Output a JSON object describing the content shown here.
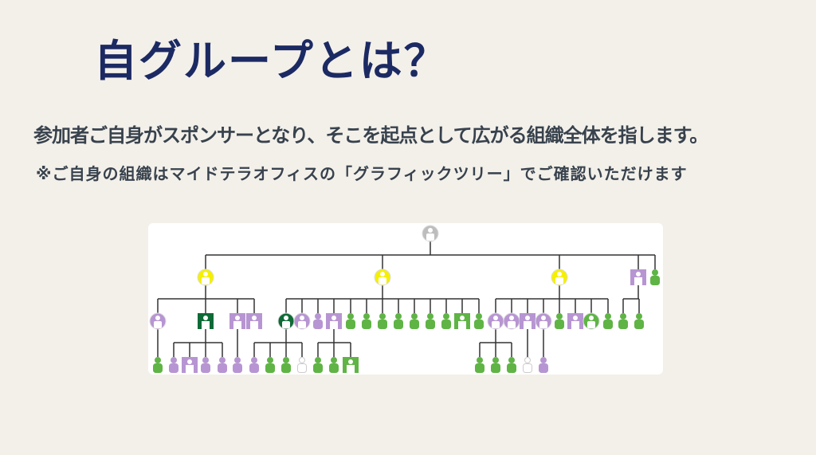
{
  "slide": {
    "title": "自グループとは？",
    "description": "参加者ご自身がスポンサーとなり、そこを起点として広がる組織全体を指します。",
    "note": "※ご自身の組織はマイドテラオフィスの「グラフィックツリー」でご確認いただけます"
  },
  "colors": {
    "title": "#1c2a63",
    "text": "#38424d",
    "yellow": "#f5f000",
    "purple": "#b795d2",
    "green": "#5fb445",
    "dark_green": "#0e6b36",
    "gray": "#bdbdbd"
  }
}
